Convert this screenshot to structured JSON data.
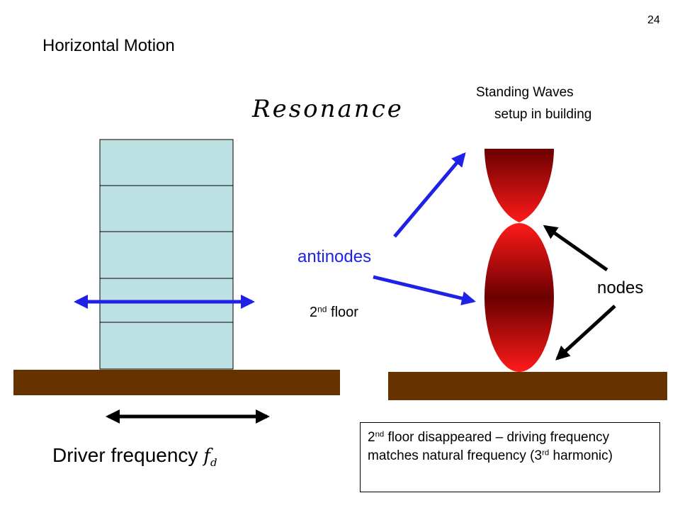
{
  "slide_number": "24",
  "subtitle": "Horizontal Motion",
  "title": "Resonance",
  "standing_waves": {
    "line1": "Standing Waves",
    "line2": "setup in building"
  },
  "labels": {
    "antinodes": "antinodes",
    "nodes": "nodes",
    "floor_number": "2",
    "floor_suffix": "nd",
    "floor_word": "floor"
  },
  "driver": {
    "label": "Driver frequency",
    "symbol": "f",
    "subscript": "d"
  },
  "note": {
    "num1": "2",
    "sup1": "nd",
    "text1": " floor disappeared – driving frequency matches natural frequency (3",
    "sup2": "rd",
    "text2": " harmonic)"
  },
  "colors": {
    "ground": "#663300",
    "building": "#bde0e3",
    "blue_arrow": "#1f22e6",
    "black_arrow": "#000000",
    "wave_dark": "#6a0000",
    "wave_bright": "#ff1a1a"
  }
}
